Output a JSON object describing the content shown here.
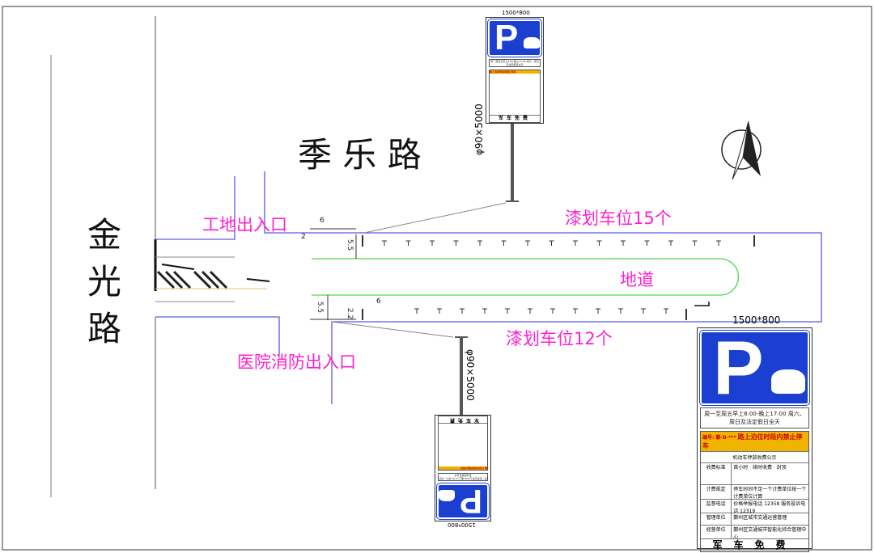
{
  "roads": {
    "ji_le": "季 乐 路",
    "jin_guang": [
      "金",
      "光",
      "路"
    ]
  },
  "labels": {
    "site_entrance": "工地出入口",
    "hospital_entrance": "医院消防出入口",
    "spots_top": "漆划车位15个",
    "spots_bottom": "漆划车位12个",
    "tunnel": "地道"
  },
  "dimensions": {
    "top_gap": "6",
    "top_offset": "2",
    "top_width": "5.5",
    "bottom_width": "5.5",
    "bottom_offset": "2.2",
    "bottom_gap": "6"
  },
  "poles": {
    "top": "φ90×5000",
    "bottom": "φ90×5000"
  },
  "sign": {
    "size": "1500*800",
    "letter": "P",
    "hours": "周一至周五早上8:00-晚上17:00 周六、周日及法定假日全天",
    "title_prefix": "编号: 鄞-B-***",
    "title": "路上泊位时段内禁止停车",
    "subtitle": "机动车停放收费公示",
    "rows": [
      {
        "k": "收费标准",
        "v": "首小时 · 续时收费 · 封顶"
      },
      {
        "k": "计费规定",
        "v": "停车时间不足一个计费单位按一个计费单位计算"
      },
      {
        "k": "监督电话",
        "v": "价格举报电话 12358  服务投诉电话 12319"
      },
      {
        "k": "管理单位",
        "v": "鄞州区城市交通运营管理"
      },
      {
        "k": "经营单位",
        "v": "鄞州区交通城市智能化综合管理中心"
      }
    ],
    "military": "军车免费"
  },
  "counts": {
    "top_spots": 15,
    "bottom_spots": 12
  },
  "colors": {
    "road_edge": "#5a5ae6",
    "lane": "#4cd94c",
    "label": "#ff1fd0",
    "sign_blue": "#1a3fd1"
  }
}
